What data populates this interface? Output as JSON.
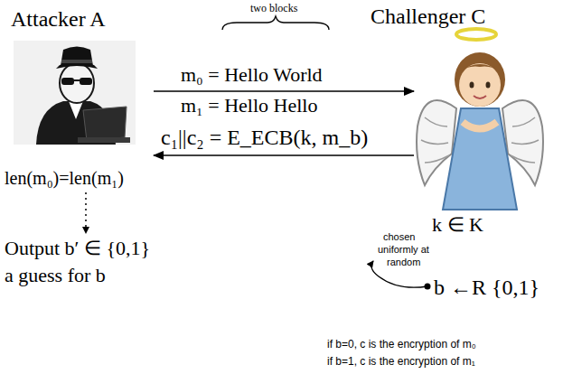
{
  "diagram": {
    "nodes": [
      {
        "text": [
          "Attacker A"
        ]
      },
      {
        "text": [
          "Challenger C"
        ]
      }
    ],
    "edges": [
      {
        "from": 0,
        "to": 1,
        "arrow": "to"
      },
      {
        "from": 1,
        "to": 0,
        "arrow": "to"
      }
    ],
    "labels": [
      "two blocks",
      "m₀ = Hello World",
      "m₁ = Hello Hello",
      "c₁||c₂ = E_ECB(k, m_b)",
      "len(m₀)=len(m₁)",
      "Output b′ ∈ {0,1}",
      "a guess for b",
      "k ∈ K",
      "chosen",
      "uniformly at",
      "random",
      "b ←R {0,1}",
      "if b=0, c is the encryption of m₀",
      "if b=1, c is the encryption of m₁"
    ]
  }
}
